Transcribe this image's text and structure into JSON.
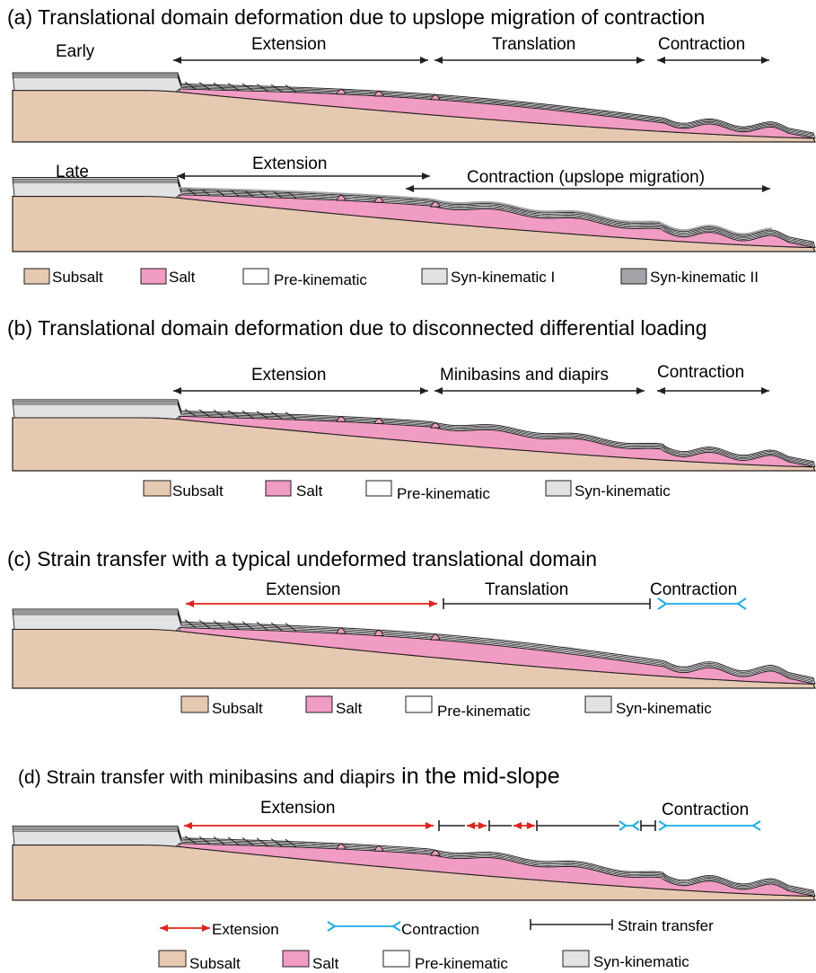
{
  "colors": {
    "subsalt": "#e6c9b1",
    "salt": "#f19cc3",
    "pre_kinematic": "#ffffff",
    "syn_kinematic_1": "#e1e2e4",
    "syn_kinematic_2": "#a4a5a8",
    "extension_arrow": "#e2231a",
    "contraction_arrow": "#1aaee8",
    "strain_transfer": "#231f20"
  },
  "panel_a": {
    "title": "(a) Translational domain deformation due to upslope migration of contraction",
    "early": {
      "stage": "Early",
      "extension": "Extension",
      "translation": "Translation",
      "contraction": "Contraction"
    },
    "late": {
      "stage": "Late",
      "extension": "Extension",
      "contraction": "Contraction (upslope migration)"
    },
    "legend": [
      "Subsalt",
      "Salt",
      "Pre-kinematic",
      "Syn-kinematic I",
      "Syn-kinematic II"
    ]
  },
  "panel_b": {
    "title": "(b)  Translational domain deformation due to disconnected differential loading",
    "extension": "Extension",
    "middle": "Minibasins and diapirs",
    "contraction": "Contraction",
    "legend": [
      "Subsalt",
      "Salt",
      "Pre-kinematic",
      "Syn-kinematic"
    ]
  },
  "panel_c": {
    "title": "(c) Strain transfer with a typical undeformed translational domain",
    "extension": "Extension",
    "translation": "Translation",
    "contraction": "Contraction",
    "legend": [
      "Subsalt",
      "Salt",
      "Pre-kinematic",
      "Syn-kinematic"
    ]
  },
  "panel_d": {
    "title_part1": "(d) Strain transfer with minibasins and diapirs",
    "title_part2": " in the mid-slope",
    "extension": "Extension",
    "contraction": "Contraction",
    "key": {
      "extension": "Extension",
      "contraction": "Contraction",
      "strain_transfer": "Strain transfer"
    },
    "legend": [
      "Subsalt",
      "Salt",
      "Pre-kinematic",
      "Syn-kinematic"
    ]
  }
}
